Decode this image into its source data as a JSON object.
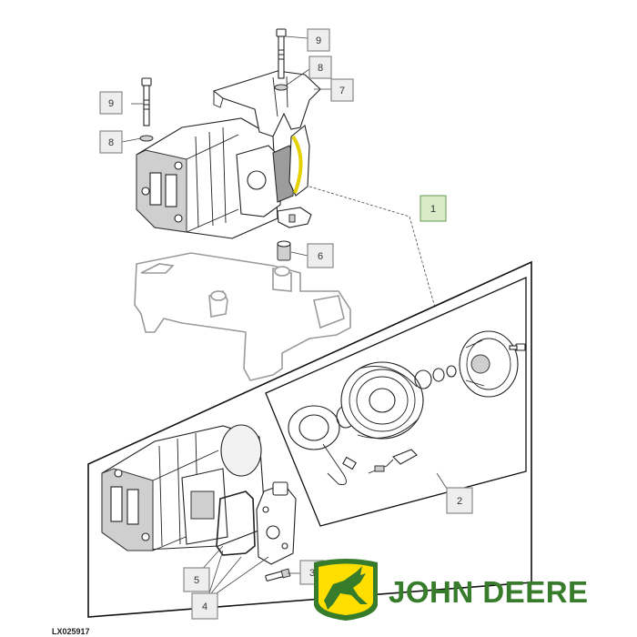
{
  "callouts": {
    "c1": "1",
    "c2": "2",
    "c3": "3",
    "c4": "4",
    "c5": "5",
    "c6": "6",
    "c7": "7",
    "c8_top": "8",
    "c8_left": "8",
    "c9_top": "9",
    "c9_left": "9"
  },
  "brand": {
    "name": "JOHN DEERE",
    "color": "#367c2b",
    "accent": "#ffde00",
    "logo_icon": "leaping-deer-icon"
  },
  "drawing_id": "LX025917",
  "highlight_color": "#d7ebc9"
}
